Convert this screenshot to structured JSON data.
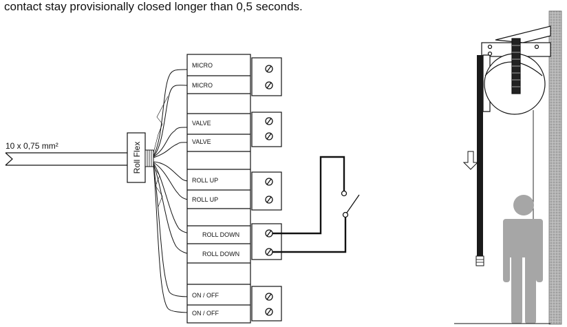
{
  "header": {
    "text": "contact stay provisionally closed longer than 0,5 seconds."
  },
  "cable": {
    "label": "10 x 0,75 mm²"
  },
  "module": {
    "brand": "Roll Flex"
  },
  "terminals": [
    {
      "label": "MICRO"
    },
    {
      "label": "MICRO"
    },
    {
      "label": "VALVE"
    },
    {
      "label": "VALVE"
    },
    {
      "label": "ROLL UP"
    },
    {
      "label": "ROLL UP"
    },
    {
      "label": "ROLL DOWN"
    },
    {
      "label": "ROLL DOWN"
    },
    {
      "label": "ON / OFF"
    },
    {
      "label": "ON / OFF"
    }
  ],
  "colors": {
    "line": "#111111",
    "figure": "#a6a6a6",
    "wall": "#9a9a9a"
  }
}
